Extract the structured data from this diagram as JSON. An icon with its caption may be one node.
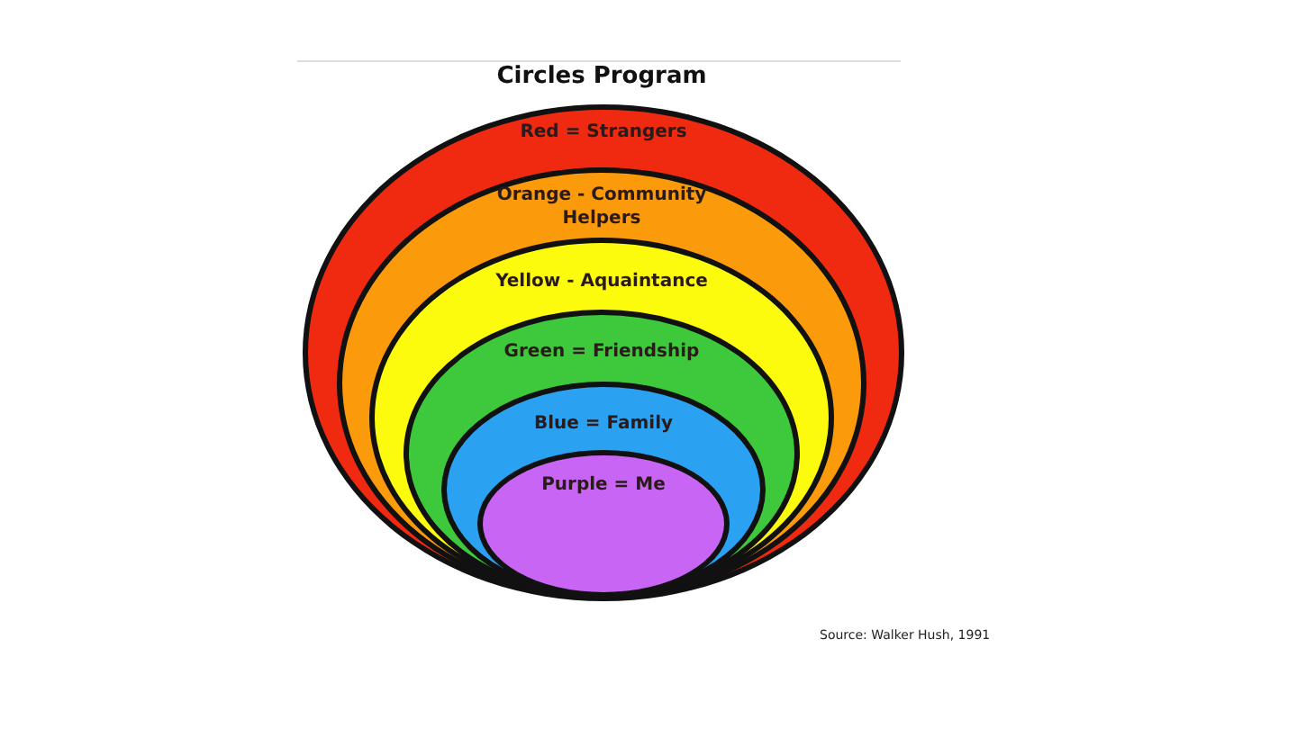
{
  "diagram": {
    "title": "Circles Program",
    "nodes": [
      {
        "text": [
          "Red = Strangers"
        ]
      },
      {
        "text": [
          "Orange - Community Helpers"
        ],
        "in": 0
      },
      {
        "text": [
          "Yellow - Aquaintance"
        ],
        "in": 1
      },
      {
        "text": [
          "Green = Friendship"
        ],
        "in": 2
      },
      {
        "text": [
          "Blue = Family"
        ],
        "in": 3
      },
      {
        "text": [
          "Purple = Me"
        ],
        "in": 4
      }
    ],
    "labels": [
      "Source: Walker Hush, 1991"
    ]
  }
}
